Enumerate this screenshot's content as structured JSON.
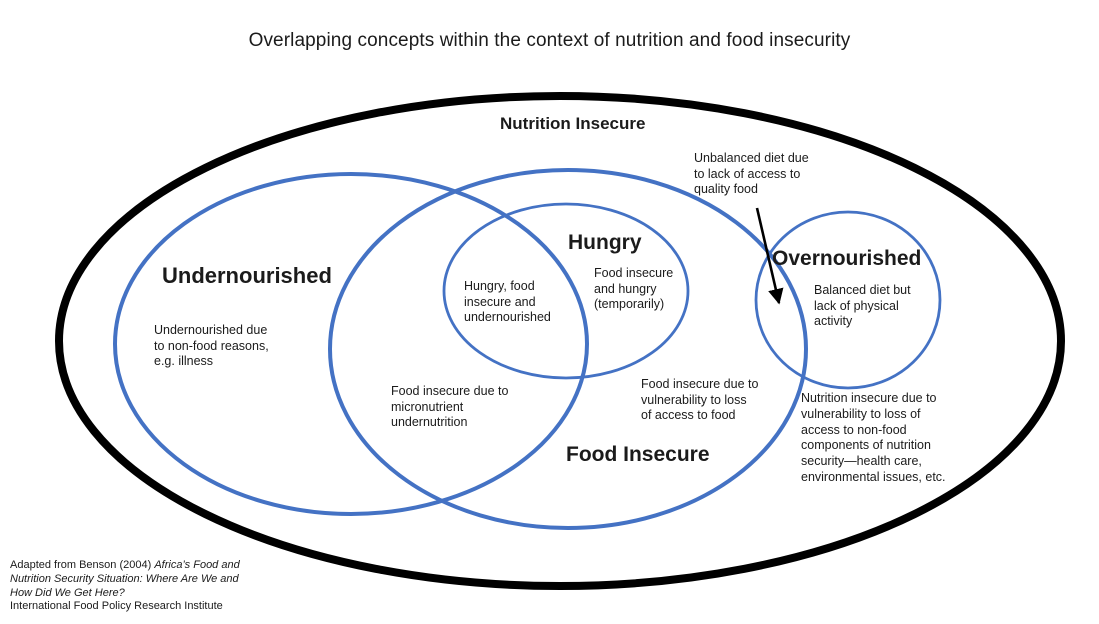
{
  "page_title": "Overlapping concepts within the context of nutrition and food insecurity",
  "colors": {
    "blue": "#4472C4",
    "black": "#000000",
    "text": "#1b1b1b"
  },
  "outer_set": {
    "label": "Nutrition Insecure"
  },
  "sets": {
    "undernourished": {
      "label": "Undernourished",
      "note": "Undernourished due\nto non-food reasons,\ne.g. illness"
    },
    "food_insecure": {
      "label": "Food Insecure",
      "note_micronutrient": "Food insecure due to\nmicronutrient\nundernutrition",
      "note_vulnerability": "Food insecure due to\nvulnerability to loss\nof access to food"
    },
    "hungry": {
      "label": "Hungry",
      "note_overlap_undernourished": "Hungry, food\ninsecure and\nundernourished",
      "note_temporary": "Food insecure\nand hungry\n(temporarily)"
    },
    "overnourished": {
      "label": "Overnourished",
      "note": "Balanced diet but\nlack of physical\nactivity"
    }
  },
  "annotations": {
    "unbalanced_diet": "Unbalanced diet due\nto lack of access to\nquality food",
    "nutrition_vulnerability": "Nutrition insecure due to\nvulnerability to loss of\naccess to non-food\ncomponents of nutrition\nsecurity—health care,\nenvironmental issues, etc."
  },
  "citation": {
    "lead": "Adapted from Benson (2004) ",
    "work_title": "Africa’s Food and Nutrition Security Situation: Where Are We and How Did We Get Here?",
    "publisher": "International Food Policy Research Institute"
  }
}
